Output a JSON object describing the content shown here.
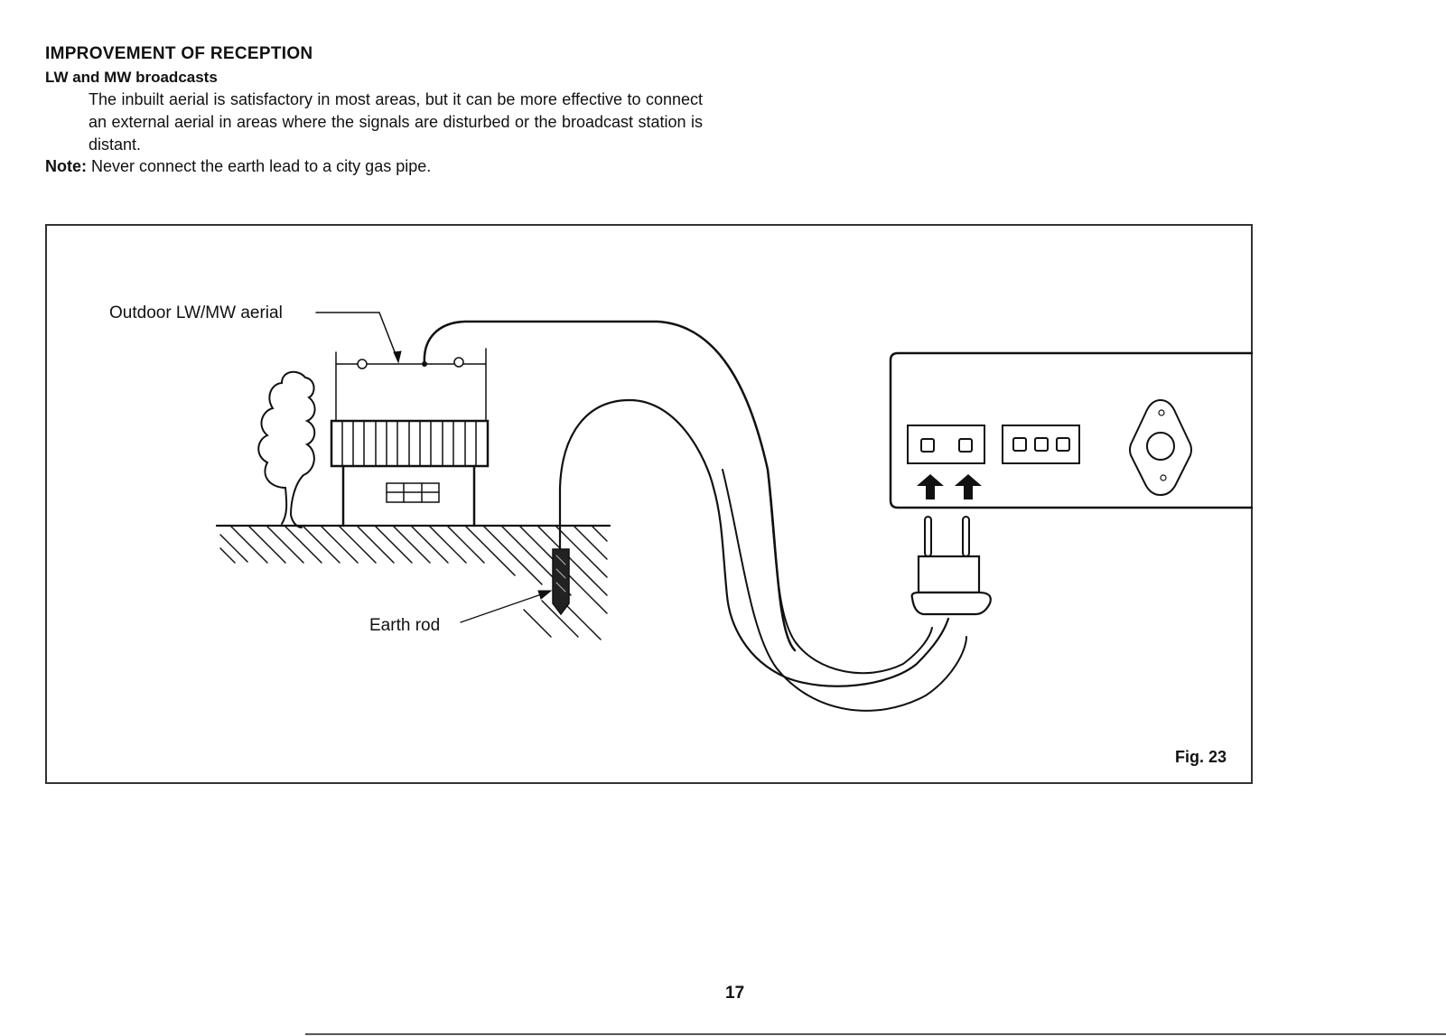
{
  "section": {
    "heading": "IMPROVEMENT OF RECEPTION",
    "subheading": "LW and MW broadcasts",
    "paragraph": "The inbuilt aerial is satisfactory in most areas, but it can be more effective to connect an external aerial in areas where the signals are disturbed or the broadcast station is distant.",
    "note_label": "Note:",
    "note_text": "Never connect the earth lead to a city gas pipe."
  },
  "figure": {
    "labels": {
      "aerial": "Outdoor LW/MW aerial",
      "earth_rod": "Earth rod"
    },
    "caption": "Fig. 23",
    "terminal_icons": [
      "aerial-terminal",
      "earth-terminal"
    ]
  },
  "page": {
    "number": "17"
  }
}
